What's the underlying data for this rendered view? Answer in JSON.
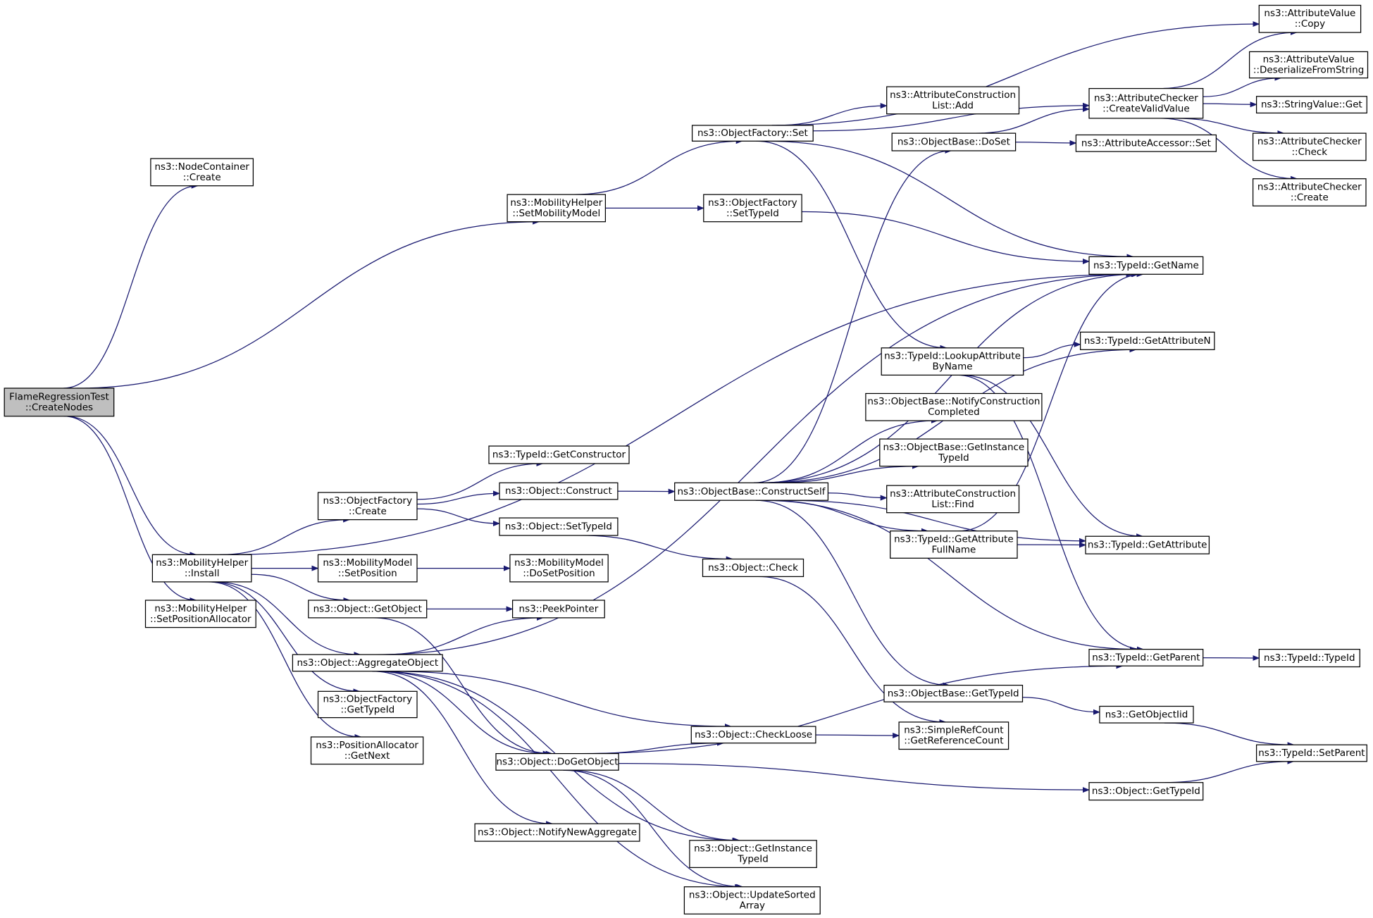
{
  "diagram": {
    "type": "call-graph",
    "colors": {
      "edge": "#191970",
      "node_border": "#000000",
      "root_fill": "#bfbfbf",
      "node_fill": "#ffffff"
    },
    "nodes": [
      {
        "id": "root",
        "lines": [
          "FlameRegressionTest",
          "::CreateNodes"
        ],
        "highlight": true
      },
      {
        "id": "nc_create",
        "lines": [
          "ns3::NodeContainer",
          "::Create"
        ]
      },
      {
        "id": "mh_setmob",
        "lines": [
          "ns3::MobilityHelper",
          "::SetMobilityModel"
        ]
      },
      {
        "id": "mh_install",
        "lines": [
          "ns3::MobilityHelper",
          "::Install"
        ]
      },
      {
        "id": "mh_setpos",
        "lines": [
          "ns3::MobilityHelper",
          "::SetPositionAllocator"
        ]
      },
      {
        "id": "of_set",
        "lines": [
          "ns3::ObjectFactory::Set"
        ]
      },
      {
        "id": "of_settypeid",
        "lines": [
          "ns3::ObjectFactory",
          "::SetTypeId"
        ]
      },
      {
        "id": "acl_add",
        "lines": [
          "ns3::AttributeConstruction",
          "List::Add"
        ]
      },
      {
        "id": "ob_doset",
        "lines": [
          "ns3::ObjectBase::DoSet"
        ]
      },
      {
        "id": "aa_set",
        "lines": [
          "ns3::AttributeAccessor::Set"
        ]
      },
      {
        "id": "ac_createvalid",
        "lines": [
          "ns3::AttributeChecker",
          "::CreateValidValue"
        ]
      },
      {
        "id": "av_copy",
        "lines": [
          "ns3::AttributeValue",
          "::Copy"
        ]
      },
      {
        "id": "av_deser",
        "lines": [
          "ns3::AttributeValue",
          "::DeserializeFromString"
        ]
      },
      {
        "id": "sv_get",
        "lines": [
          "ns3::StringValue::Get"
        ]
      },
      {
        "id": "ac_check",
        "lines": [
          "ns3::AttributeChecker",
          "::Check"
        ]
      },
      {
        "id": "ac_create",
        "lines": [
          "ns3::AttributeChecker",
          "::Create"
        ]
      },
      {
        "id": "tid_getname",
        "lines": [
          "ns3::TypeId::GetName"
        ]
      },
      {
        "id": "tid_lookup",
        "lines": [
          "ns3::TypeId::LookupAttribute",
          "ByName"
        ]
      },
      {
        "id": "tid_getattrn",
        "lines": [
          "ns3::TypeId::GetAttributeN"
        ]
      },
      {
        "id": "ob_notify",
        "lines": [
          "ns3::ObjectBase::NotifyConstruction",
          "Completed"
        ]
      },
      {
        "id": "ob_getinst",
        "lines": [
          "ns3::ObjectBase::GetInstance",
          "TypeId"
        ]
      },
      {
        "id": "acl_find",
        "lines": [
          "ns3::AttributeConstruction",
          "List::Find"
        ]
      },
      {
        "id": "tid_getattrfull",
        "lines": [
          "ns3::TypeId::GetAttribute",
          "FullName"
        ]
      },
      {
        "id": "tid_getattr",
        "lines": [
          "ns3::TypeId::GetAttribute"
        ]
      },
      {
        "id": "tid_getctor",
        "lines": [
          "ns3::TypeId::GetConstructor"
        ]
      },
      {
        "id": "of_create",
        "lines": [
          "ns3::ObjectFactory",
          "::Create"
        ]
      },
      {
        "id": "obj_construct",
        "lines": [
          "ns3::Object::Construct"
        ]
      },
      {
        "id": "ob_constructself",
        "lines": [
          "ns3::ObjectBase::ConstructSelf"
        ]
      },
      {
        "id": "obj_settypeid",
        "lines": [
          "ns3::Object::SetTypeId"
        ]
      },
      {
        "id": "obj_check",
        "lines": [
          "ns3::Object::Check"
        ]
      },
      {
        "id": "mm_setpos",
        "lines": [
          "ns3::MobilityModel",
          "::SetPosition"
        ]
      },
      {
        "id": "mm_dosetpos",
        "lines": [
          "ns3::MobilityModel",
          "::DoSetPosition"
        ]
      },
      {
        "id": "obj_getobject",
        "lines": [
          "ns3::Object::GetObject"
        ]
      },
      {
        "id": "peekpointer",
        "lines": [
          "ns3::PeekPointer"
        ]
      },
      {
        "id": "obj_aggregate",
        "lines": [
          "ns3::Object::AggregateObject"
        ]
      },
      {
        "id": "of_gettypeid",
        "lines": [
          "ns3::ObjectFactory",
          "::GetTypeId"
        ]
      },
      {
        "id": "pa_getnext",
        "lines": [
          "ns3::PositionAllocator",
          "::GetNext"
        ]
      },
      {
        "id": "tid_getparent",
        "lines": [
          "ns3::TypeId::GetParent"
        ]
      },
      {
        "id": "tid_typeid",
        "lines": [
          "ns3::TypeId::TypeId"
        ]
      },
      {
        "id": "ob_gettypeid",
        "lines": [
          "ns3::ObjectBase::GetTypeId"
        ]
      },
      {
        "id": "getobjectiid",
        "lines": [
          "ns3::GetObjectIid"
        ]
      },
      {
        "id": "tid_setparent",
        "lines": [
          "ns3::TypeId::SetParent"
        ]
      },
      {
        "id": "obj_checkloose",
        "lines": [
          "ns3::Object::CheckLoose"
        ]
      },
      {
        "id": "src_getref",
        "lines": [
          "ns3::SimpleRefCount",
          "::GetReferenceCount"
        ]
      },
      {
        "id": "obj_dogetobject",
        "lines": [
          "ns3::Object::DoGetObject"
        ]
      },
      {
        "id": "obj_gettypeid",
        "lines": [
          "ns3::Object::GetTypeId"
        ]
      },
      {
        "id": "obj_notifynewagg",
        "lines": [
          "ns3::Object::NotifyNewAggregate"
        ]
      },
      {
        "id": "obj_getinsttypeid",
        "lines": [
          "ns3::Object::GetInstance",
          "TypeId"
        ]
      },
      {
        "id": "obj_updatesorted",
        "lines": [
          "ns3::Object::UpdateSorted",
          "Array"
        ]
      }
    ],
    "edges": [
      [
        "root",
        "nc_create"
      ],
      [
        "root",
        "mh_setmob"
      ],
      [
        "root",
        "mh_install"
      ],
      [
        "root",
        "mh_setpos"
      ],
      [
        "mh_setmob",
        "of_set"
      ],
      [
        "mh_setmob",
        "of_settypeid"
      ],
      [
        "of_set",
        "acl_add"
      ],
      [
        "of_set",
        "ac_createvalid"
      ],
      [
        "of_set",
        "av_copy"
      ],
      [
        "of_set",
        "tid_getname"
      ],
      [
        "of_set",
        "tid_lookup"
      ],
      [
        "of_settypeid",
        "tid_getname"
      ],
      [
        "ob_doset",
        "ac_createvalid"
      ],
      [
        "ob_doset",
        "aa_set"
      ],
      [
        "ac_createvalid",
        "av_copy"
      ],
      [
        "ac_createvalid",
        "av_deser"
      ],
      [
        "ac_createvalid",
        "sv_get"
      ],
      [
        "ac_createvalid",
        "ac_check"
      ],
      [
        "ac_createvalid",
        "ac_create"
      ],
      [
        "tid_lookup",
        "tid_getattrn"
      ],
      [
        "tid_lookup",
        "tid_getattr"
      ],
      [
        "tid_lookup",
        "tid_getparent"
      ],
      [
        "mh_install",
        "tid_getname"
      ],
      [
        "mh_install",
        "of_create"
      ],
      [
        "mh_install",
        "mm_setpos"
      ],
      [
        "mh_install",
        "obj_getobject"
      ],
      [
        "mh_install",
        "obj_aggregate"
      ],
      [
        "mh_install",
        "of_gettypeid"
      ],
      [
        "mh_install",
        "pa_getnext"
      ],
      [
        "of_create",
        "tid_getctor"
      ],
      [
        "of_create",
        "obj_construct"
      ],
      [
        "of_create",
        "obj_settypeid"
      ],
      [
        "obj_construct",
        "ob_constructself"
      ],
      [
        "ob_constructself",
        "ob_doset"
      ],
      [
        "ob_constructself",
        "tid_getname"
      ],
      [
        "ob_constructself",
        "tid_getattrn"
      ],
      [
        "ob_constructself",
        "ob_notify"
      ],
      [
        "ob_constructself",
        "ob_getinst"
      ],
      [
        "ob_constructself",
        "acl_find"
      ],
      [
        "ob_constructself",
        "tid_getattrfull"
      ],
      [
        "ob_constructself",
        "tid_getattr"
      ],
      [
        "ob_constructself",
        "tid_getparent"
      ],
      [
        "ob_constructself",
        "ob_gettypeid"
      ],
      [
        "tid_getattrfull",
        "tid_getattr"
      ],
      [
        "tid_getattrfull",
        "tid_getname"
      ],
      [
        "obj_settypeid",
        "obj_check"
      ],
      [
        "obj_check",
        "src_getref"
      ],
      [
        "mm_setpos",
        "mm_dosetpos"
      ],
      [
        "obj_getobject",
        "peekpointer"
      ],
      [
        "obj_getobject",
        "obj_dogetobject"
      ],
      [
        "obj_aggregate",
        "peekpointer"
      ],
      [
        "obj_aggregate",
        "tid_getname"
      ],
      [
        "obj_aggregate",
        "obj_checkloose"
      ],
      [
        "obj_aggregate",
        "obj_dogetobject"
      ],
      [
        "obj_aggregate",
        "obj_notifynewagg"
      ],
      [
        "obj_aggregate",
        "obj_getinsttypeid"
      ],
      [
        "obj_aggregate",
        "obj_updatesorted"
      ],
      [
        "tid_getparent",
        "tid_typeid"
      ],
      [
        "ob_gettypeid",
        "getobjectiid"
      ],
      [
        "getobjectiid",
        "tid_setparent"
      ],
      [
        "obj_gettypeid",
        "tid_setparent"
      ],
      [
        "obj_checkloose",
        "src_getref"
      ],
      [
        "obj_dogetobject",
        "obj_checkloose"
      ],
      [
        "obj_dogetobject",
        "tid_getparent"
      ],
      [
        "obj_dogetobject",
        "obj_gettypeid"
      ],
      [
        "obj_dogetobject",
        "obj_getinsttypeid"
      ],
      [
        "obj_dogetobject",
        "obj_updatesorted"
      ]
    ]
  }
}
